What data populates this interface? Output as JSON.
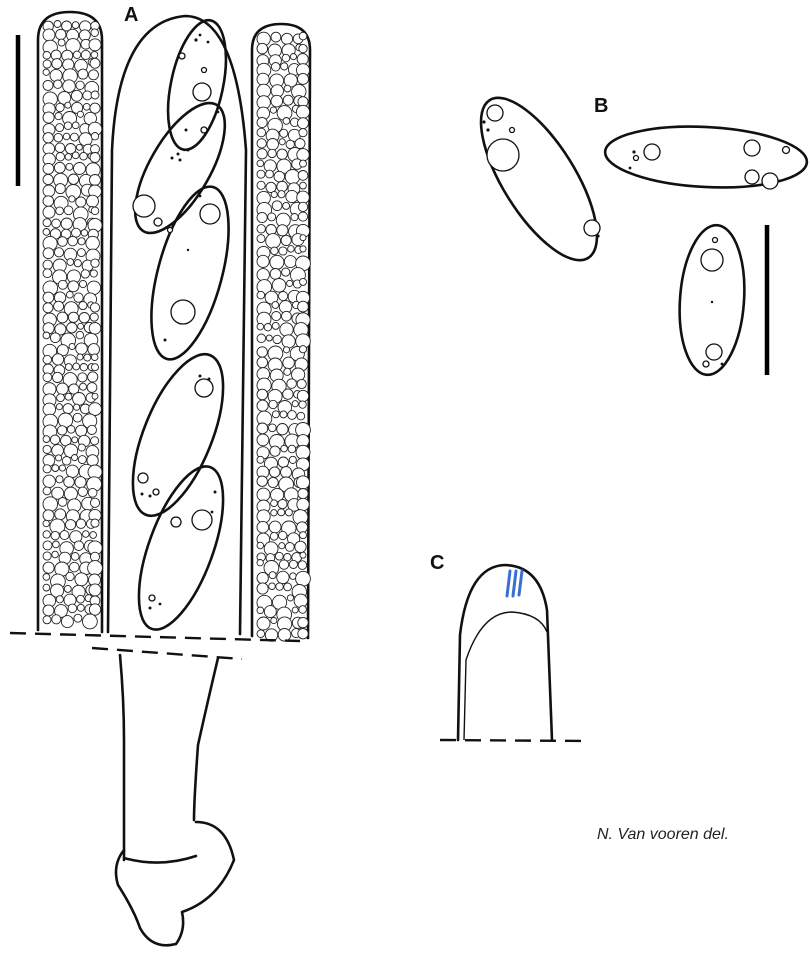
{
  "figure": {
    "panels": [
      {
        "id": "A",
        "label": "A"
      },
      {
        "id": "B",
        "label": "B"
      },
      {
        "id": "C",
        "label": "C"
      }
    ],
    "credit": "N. Van vooren del.",
    "colors": {
      "ink": "#111111",
      "amyloid_stain": "#3a6fd0",
      "background": "#ffffff"
    }
  }
}
